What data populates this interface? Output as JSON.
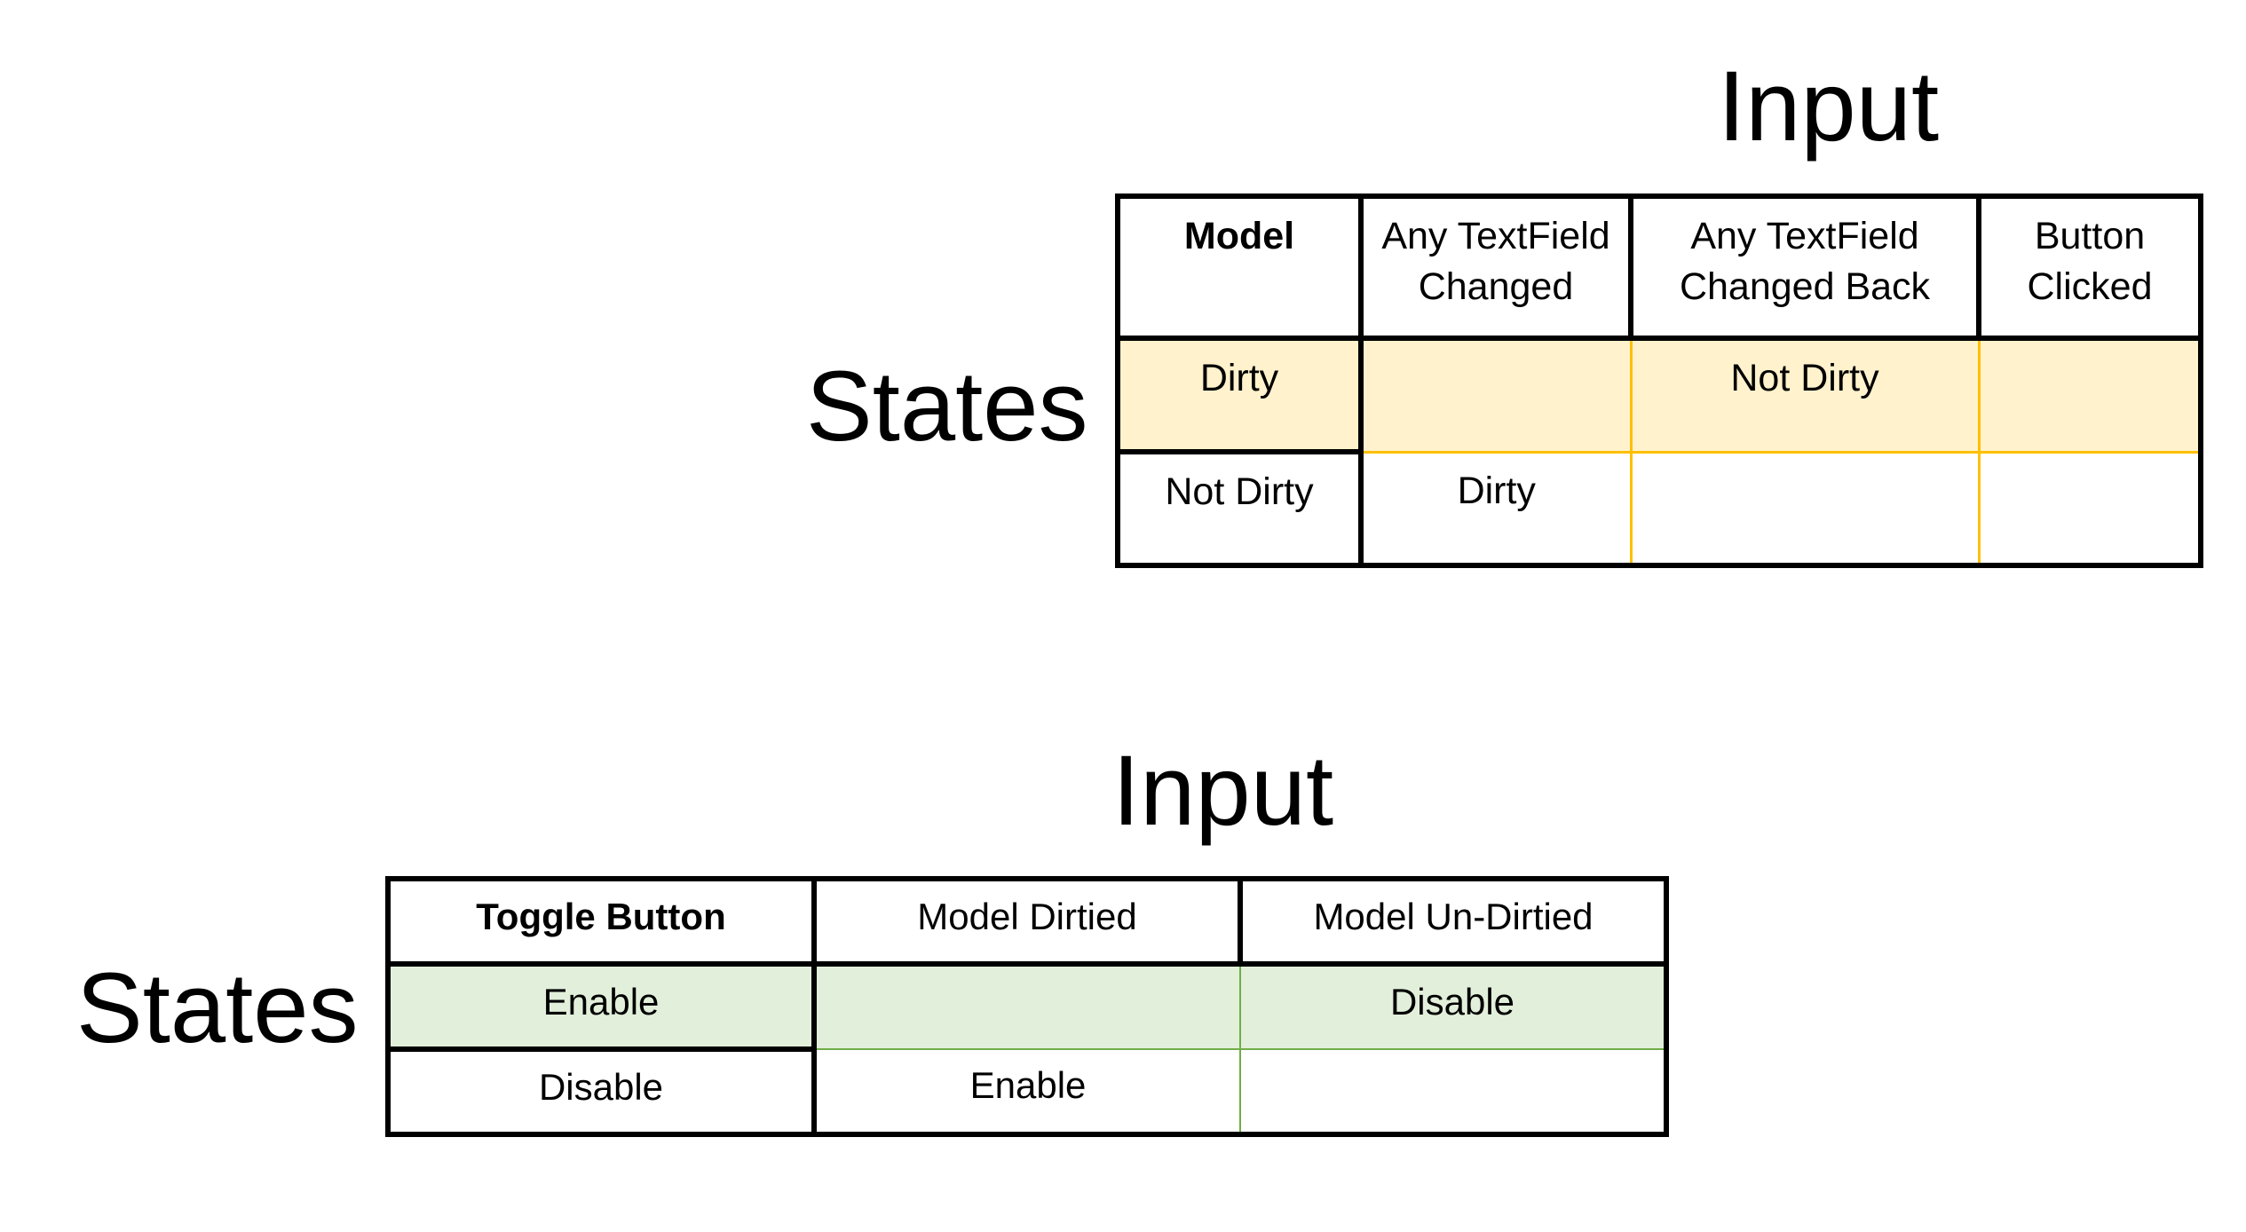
{
  "top": {
    "input_label": "Input",
    "states_label": "States",
    "headers": [
      "Model",
      "Any TextField Changed",
      "Any TextField Changed Back",
      "Button Clicked"
    ],
    "rows": [
      [
        "Dirty",
        "",
        "Not Dirty",
        ""
      ],
      [
        "Not Dirty",
        "Dirty",
        "",
        ""
      ]
    ],
    "highlight_color": "#fff2cc",
    "highlight_border": "#ffc000"
  },
  "bottom": {
    "input_label": "Input",
    "states_label": "States",
    "headers": [
      "Toggle Button",
      "Model Dirtied",
      "Model Un-Dirtied"
    ],
    "rows": [
      [
        "Enable",
        "",
        "Disable"
      ],
      [
        "Disable",
        "Enable",
        ""
      ]
    ],
    "highlight_color": "#e2efda",
    "highlight_border": "#70ad47"
  }
}
